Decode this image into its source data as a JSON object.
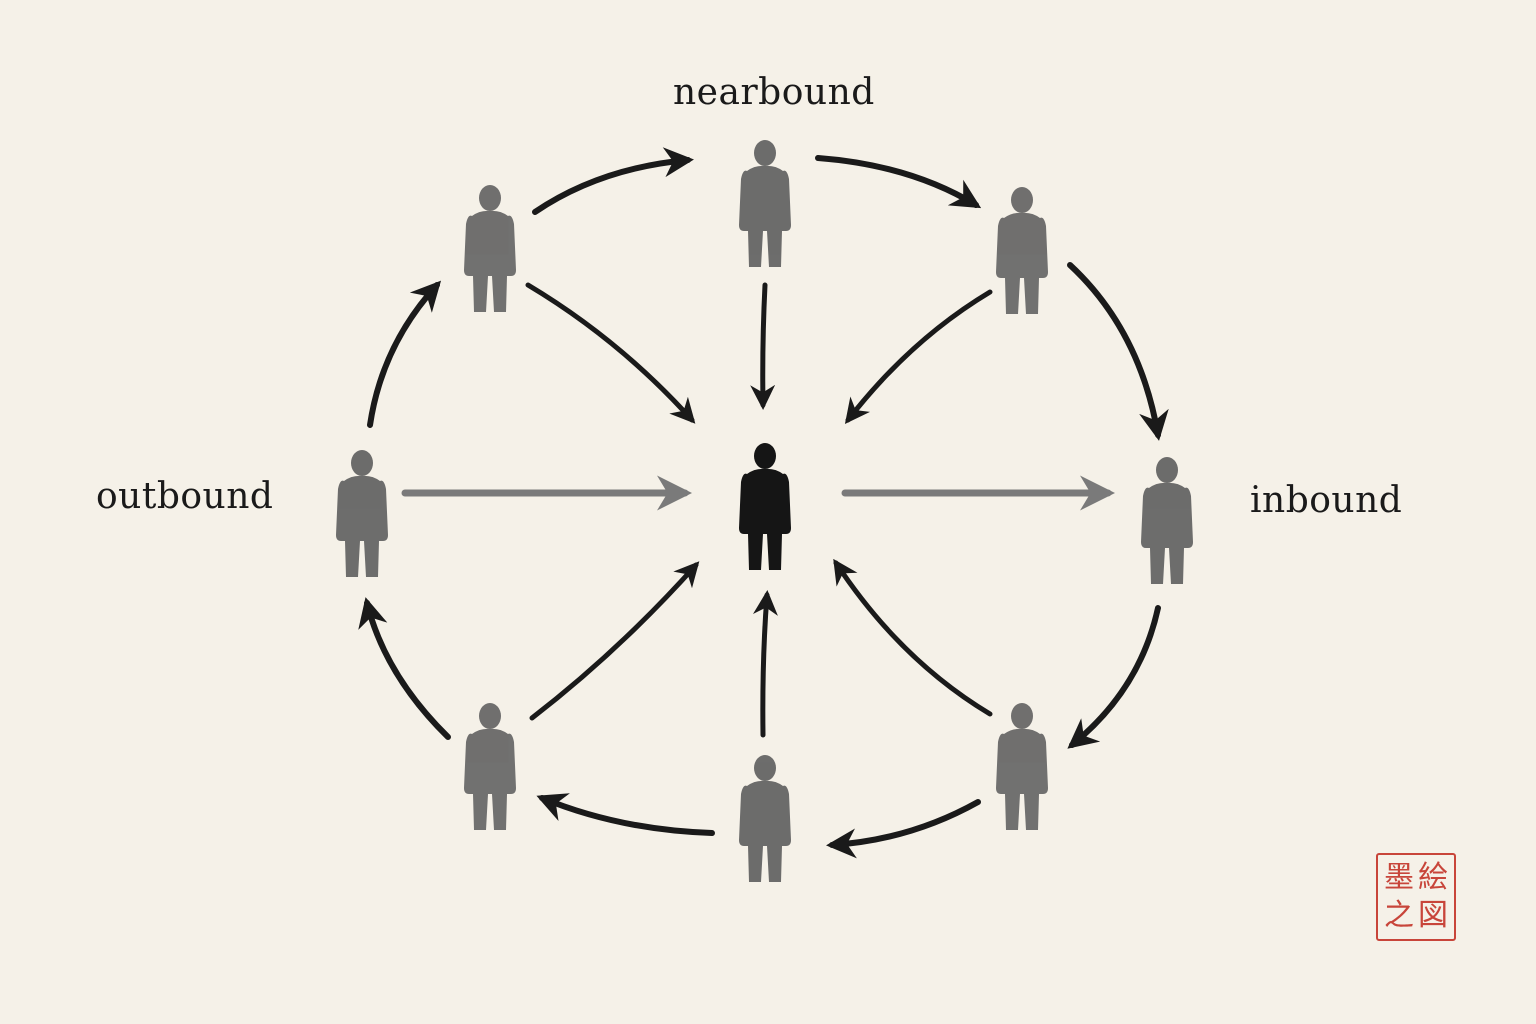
{
  "labels": {
    "top": "nearbound",
    "left": "outbound",
    "right": "inbound"
  },
  "seal": {
    "chars": [
      "絵",
      "墨",
      "図",
      "之"
    ]
  },
  "colors": {
    "paper": "#f5f1e8",
    "ink": "#1a1a1a",
    "outer_figure": "#5e5e5e",
    "center_figure": "#151515",
    "gray_arrow": "#7a7a7a",
    "seal_red": "#c8453a"
  },
  "figures": [
    {
      "id": "top",
      "role": "outer"
    },
    {
      "id": "upper-left",
      "role": "outer"
    },
    {
      "id": "upper-right",
      "role": "outer"
    },
    {
      "id": "left",
      "role": "outer"
    },
    {
      "id": "right",
      "role": "outer"
    },
    {
      "id": "lower-left",
      "role": "outer"
    },
    {
      "id": "lower-right",
      "role": "outer"
    },
    {
      "id": "bottom",
      "role": "outer"
    },
    {
      "id": "center",
      "role": "center"
    }
  ]
}
